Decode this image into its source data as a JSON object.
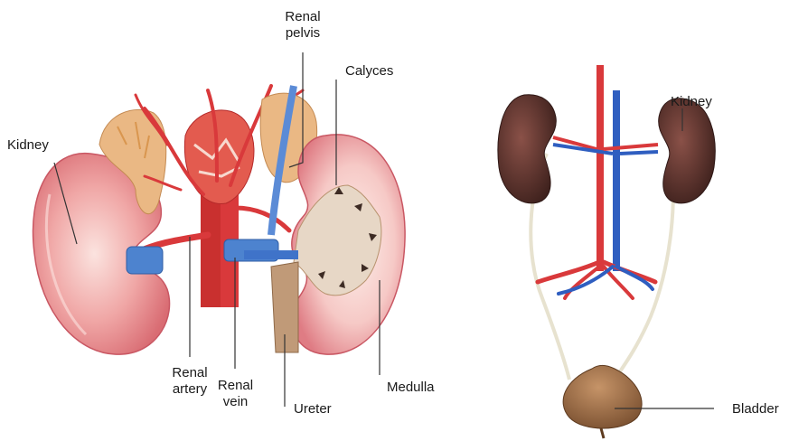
{
  "diagram": {
    "left_labels": {
      "renal_pelvis": "Renal\npelvis",
      "calyces": "Calyces",
      "kidney": "Kidney",
      "renal_artery": "Renal\nartery",
      "renal_vein": "Renal\nvein",
      "ureter": "Ureter",
      "medulla": "Medulla"
    },
    "right_labels": {
      "kidney": "Kidney",
      "bladder": "Bladder"
    },
    "colors": {
      "kidney_cortex": "#e8868c",
      "kidney_light": "#f6c9c6",
      "artery": "#d9393b",
      "vein": "#3f73c9",
      "adrenal": "#e9b77f",
      "pelvis": "#c9a27e",
      "dark_kidney": "#5a2f2a",
      "ureter_line": "#e7e2cf",
      "bladder": "#9b6b44"
    }
  }
}
